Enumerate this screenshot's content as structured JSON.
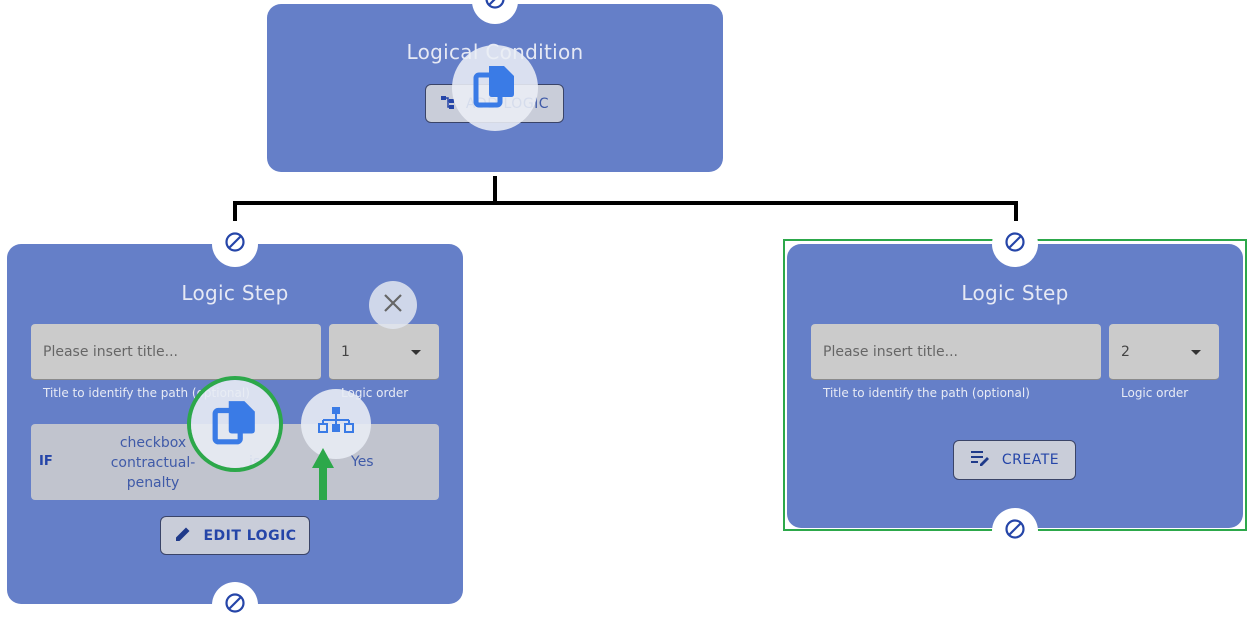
{
  "top_card": {
    "title": "Logical Condition",
    "add_logic_label": "ADD LOGIC"
  },
  "left_card": {
    "title": "Logic Step",
    "title_input": {
      "placeholder": "Please insert title..."
    },
    "title_helper": "Title to identify the path (optional)",
    "order_select": {
      "value": "1"
    },
    "order_helper": "Logic order",
    "condition": {
      "keyword": "IF",
      "field_lines": [
        "checkbox",
        "contractual-",
        "penalty"
      ],
      "operator": "is",
      "value": "Yes"
    },
    "edit_logic_label": "EDIT LOGIC"
  },
  "right_card": {
    "title": "Logic Step",
    "title_input": {
      "placeholder": "Please insert title..."
    },
    "title_helper": "Title to identify the path (optional)",
    "order_select": {
      "value": "2"
    },
    "order_helper": "Logic order",
    "create_label": "CREATE"
  },
  "icons": {
    "connector": "no-entry-circle-icon",
    "copy": "copy-icon",
    "close": "close-icon",
    "tree": "sitemap-icon",
    "edit": "pencil-icon",
    "create": "list-edit-icon"
  },
  "colors": {
    "card": "#657fc8",
    "button_text": "#2545a8",
    "highlight": "#2ca84a",
    "icon_blue": "#3a7be6"
  }
}
